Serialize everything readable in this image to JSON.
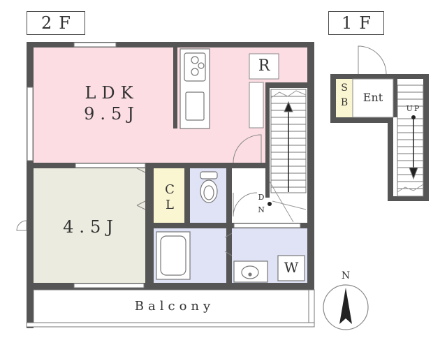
{
  "floors": {
    "upper": {
      "label": "2F"
    },
    "lower": {
      "label": "1F"
    }
  },
  "rooms": {
    "ldk": {
      "name": "LDK",
      "size": "9.5J"
    },
    "western": {
      "size": "4.5J"
    },
    "refrigerator": {
      "label": "R"
    },
    "closet": {
      "label_top": "C",
      "label_bottom": "L"
    },
    "washer": {
      "label": "W"
    },
    "balcony": {
      "label": "Balcony"
    },
    "entrance": {
      "label": "Ent"
    },
    "shoe_box": {
      "label_top": "S",
      "label_bottom": "B"
    }
  },
  "stairs": {
    "down": {
      "label_top": "D",
      "label_bottom": "N"
    },
    "up": {
      "label": "UP"
    }
  },
  "compass": {
    "label": "N"
  },
  "colors": {
    "wall": "#555555",
    "ldk_floor": "#fbdde3",
    "western_floor": "#ecebdf",
    "wet_area_floor": "#dfe3f5",
    "closet_floor": "#fbf6d2",
    "shoe_box_floor": "#fbf6d2"
  }
}
